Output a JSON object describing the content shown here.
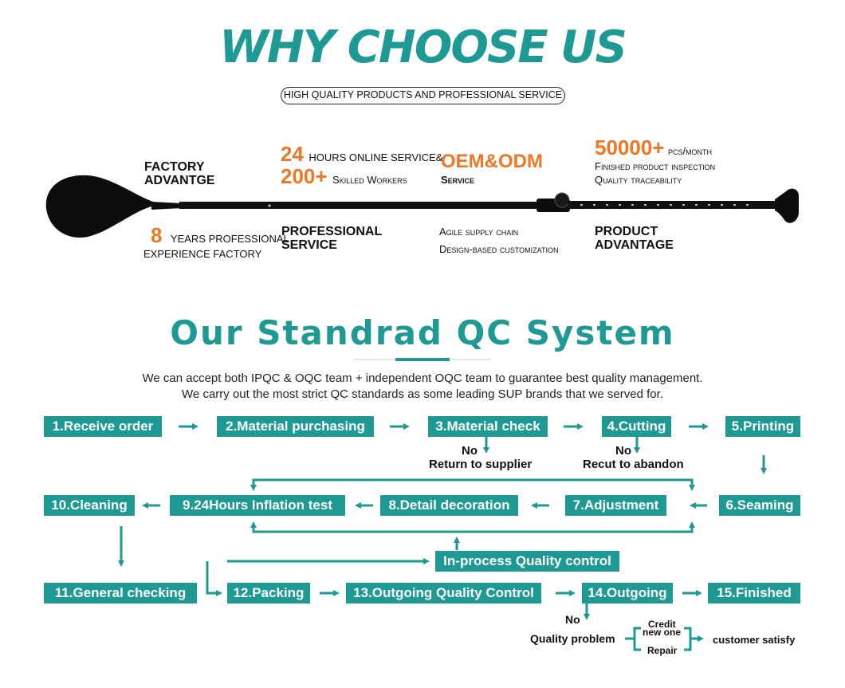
{
  "header": {
    "title": "WHY CHOOSE US",
    "subtitle": "HIGH QUALITY PRODUCTS AND PROFESSIONAL SERVICE"
  },
  "advantages": {
    "factory_title": "FACTORY\nADVANTGE",
    "years_num": "8",
    "years_text": "YEARS PROFESSIONAL",
    "years_sub": "EXPERIENCE FACTORY",
    "hours_num": "24",
    "hours_text": "HOURS ONLINE SERVICE&",
    "workers_num": "200+",
    "workers_text": "Skilled Workers",
    "professional_title": "PROFESSIONAL\nSERVICE",
    "oem_title": "OEM&ODM",
    "oem_text": "Service",
    "supply_line1": "Agile supply chain",
    "supply_line2": "Design-based customization",
    "capacity_num": "50000+",
    "capacity_unit": "pcs/month",
    "inspection_text": "Finished product inspection",
    "traceability_text": "Quality traceability",
    "product_title": "PRODUCT\nADVANTAGE"
  },
  "qc": {
    "title": "Our Standrad QC System",
    "desc1": "We can accept both IPQC  &  OQC team + independent  OQC team to guarantee  best quality management.",
    "desc2": "We carry out the most strict QC standards as some leading SUP brands that we served for.",
    "steps": {
      "s1": "1.Receive order",
      "s2": "2.Material purchasing",
      "s3": "3.Material check",
      "s4": "4.Cutting",
      "s5": "5.Printing",
      "s6": "6.Seaming",
      "s7": "7.Adjustment",
      "s8": "8.Detail decoration",
      "s9": "9.24Hours Inflation test",
      "s10": "10.Cleaning",
      "s11": "11.General checking",
      "s12": "12.Packing",
      "s13": "13.Outgoing Quality Control",
      "s14": "14.Outgoing",
      "s15": "15.Finished",
      "ipqc": "In-process Quality control"
    },
    "notes": {
      "no3": "No",
      "return": "Return to supplier",
      "no4": "No",
      "recut": "Recut to abandon",
      "no14": "No",
      "quality_problem": "Quality problem",
      "credit": "Credit",
      "new_one": "new one",
      "repair": "Repair",
      "satisfy": "customer satisfy"
    }
  },
  "colors": {
    "teal": "#1e9994",
    "orange": "#ee7724",
    "paddle": "#0d0d0d"
  }
}
